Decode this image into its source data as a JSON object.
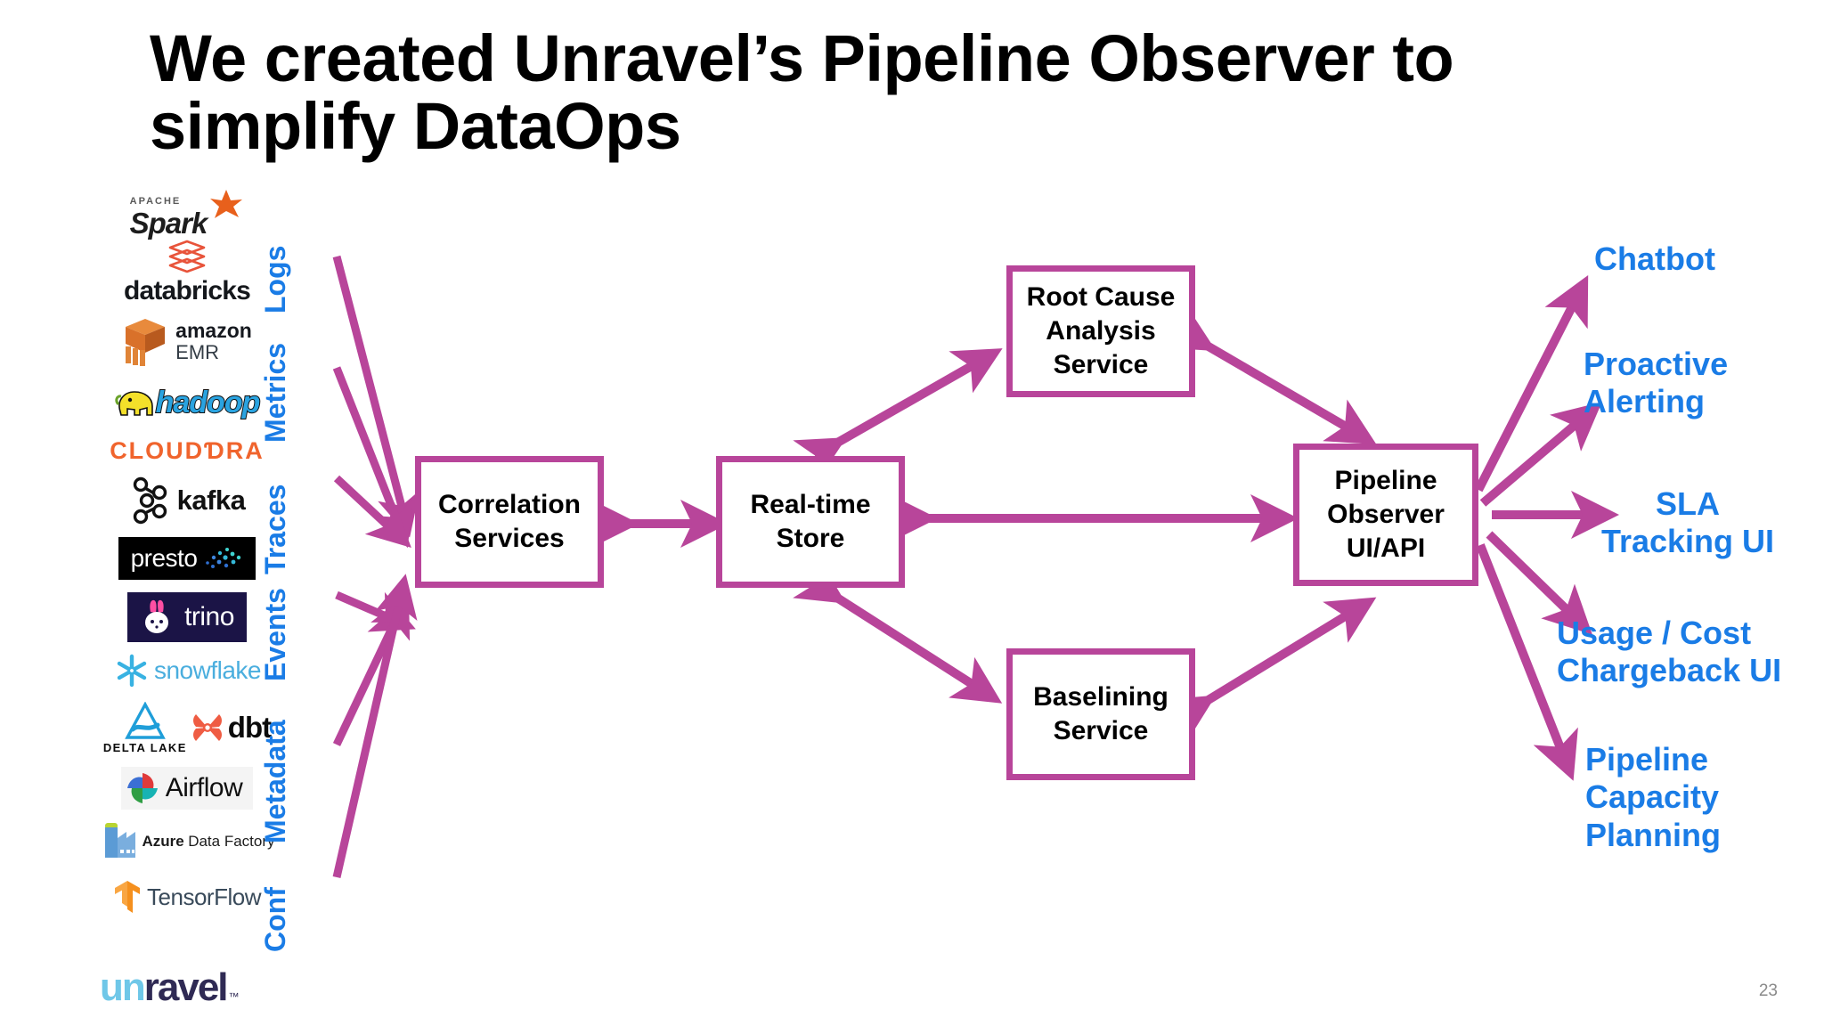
{
  "slide": {
    "title": "We created Unravel’s Pipeline Observer to simplify DataOps",
    "page_number": "23",
    "brand_logo": {
      "part1": "un",
      "part2": "ravel",
      "tm": "™"
    },
    "colors": {
      "arrow": "#b8459a",
      "box_border": "#b8459a",
      "label_blue": "#1a7ce6",
      "title_black": "#000000"
    }
  },
  "sources": {
    "logos": [
      {
        "name": "apache-spark",
        "apache": "APACHE",
        "word": "Spark",
        "tm": "™"
      },
      {
        "name": "databricks",
        "word": "databricks"
      },
      {
        "name": "amazon-emr",
        "word": "amazon",
        "sub": "EMR"
      },
      {
        "name": "hadoop",
        "word": "hadoop"
      },
      {
        "name": "cloudera",
        "word": "CLOUDƊRA"
      },
      {
        "name": "kafka",
        "word": "kafka"
      },
      {
        "name": "presto",
        "word": "presto"
      },
      {
        "name": "trino",
        "word": "trino"
      },
      {
        "name": "snowflake",
        "word": "snowflake"
      },
      {
        "name": "delta-lake-dbt",
        "word": "DELTA LAKE",
        "word2": "dbt"
      },
      {
        "name": "airflow",
        "word": "Airflow"
      },
      {
        "name": "azure-data-factory",
        "word": "Azure",
        "word2": "Data Factory"
      },
      {
        "name": "tensorflow",
        "word": "TensorFlow"
      }
    ]
  },
  "streams": [
    {
      "label": "Logs"
    },
    {
      "label": "Metrics"
    },
    {
      "label": "Traces"
    },
    {
      "label": "Events"
    },
    {
      "label": "Metadata"
    },
    {
      "label": "Conf"
    }
  ],
  "nodes": [
    {
      "id": "correlation-services",
      "label": "Correlation\nServices"
    },
    {
      "id": "real-time-store",
      "label": "Real-time\nStore"
    },
    {
      "id": "root-cause-analysis-service",
      "label": "Root Cause\nAnalysis\nService"
    },
    {
      "id": "baselining-service",
      "label": "Baselining\nService"
    },
    {
      "id": "pipeline-observer-ui-api",
      "label": "Pipeline\nObserver\nUI/API"
    }
  ],
  "outputs": [
    {
      "id": "chatbot",
      "label": "Chatbot"
    },
    {
      "id": "proactive-alerting",
      "label": "Proactive\nAlerting"
    },
    {
      "id": "sla-tracking-ui",
      "label": "SLA\nTracking UI"
    },
    {
      "id": "usage-cost-chargeback-ui",
      "label": "Usage / Cost\nChargeback UI"
    },
    {
      "id": "pipeline-capacity-planning",
      "label": "Pipeline\nCapacity\nPlanning"
    }
  ]
}
